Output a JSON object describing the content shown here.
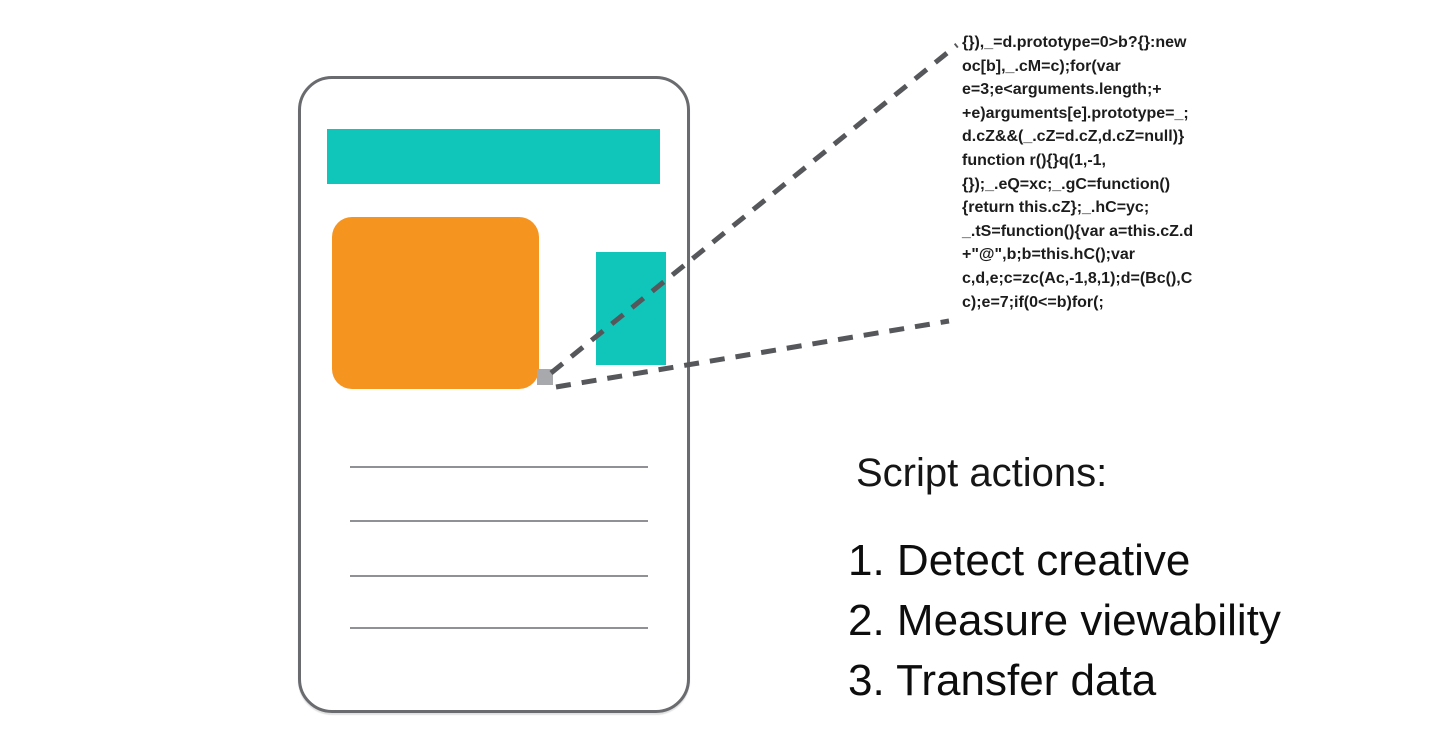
{
  "diagram": {
    "background_color": "#FFFFFF",
    "wireframe": {
      "description": "webpage wireframe with ad placements",
      "frame_border_color": "#6A6B6E",
      "header_bar_color": "#10C6BB",
      "main_ad_color": "#F69420",
      "side_ad_color": "#10C6BB",
      "placeholder_line_color": "#8F9194",
      "placeholder_line_count": 4
    },
    "tracking_pixel": {
      "color": "#A7A9AC"
    },
    "callout": {
      "dash_color": "#56575B"
    },
    "code": {
      "lines": [
        "{}),_=d.prototype=0>b?{}:new",
        "oc[b],_.cM=c);for(var",
        "e=3;e<arguments.length;+",
        "+e)arguments[e].prototype=_;",
        "d.cZ&&(_.cZ=d.cZ,d.cZ=null)}",
        "function r(){}q(1,-1,",
        "{});_.eQ=xc;_.gC=function()",
        "{return this.cZ};_.hC=yc;",
        "_.tS=function(){var a=this.cZ.d",
        "+\"@\",b;b=this.hC();var",
        "c,d,e;c=zc(Ac,-1,8,1);d=(Bc(),C",
        "c);e=7;if(0<=b)for(;"
      ]
    },
    "actions": {
      "title": "Script actions:",
      "items": [
        "1. Detect creative",
        "2. Measure viewability",
        "3. Transfer data"
      ]
    }
  }
}
